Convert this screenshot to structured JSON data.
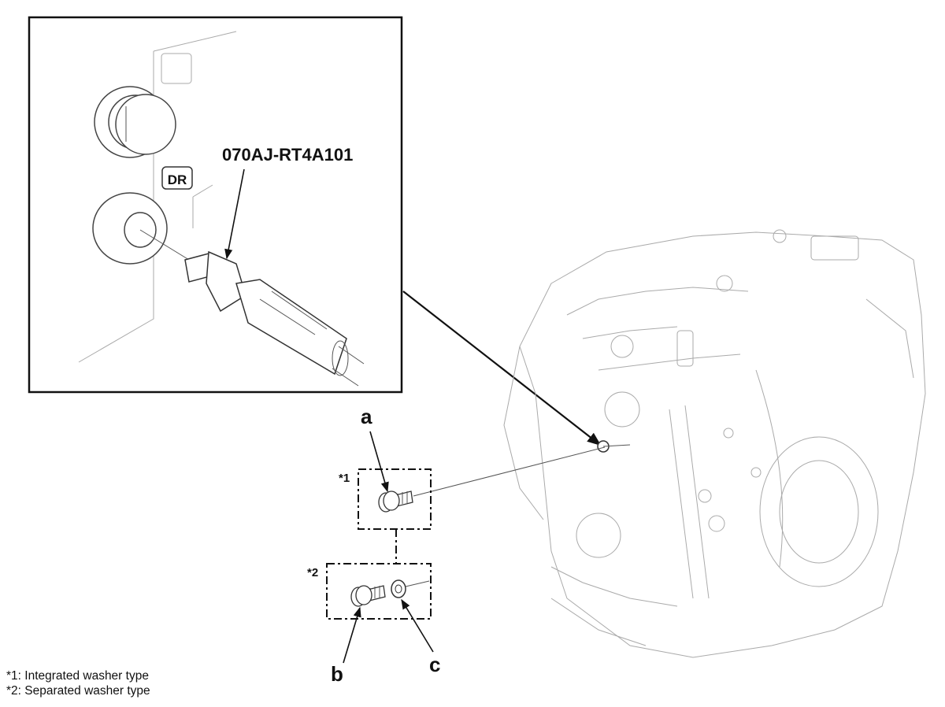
{
  "inset": {
    "tool_part_number": "070AJ-RT4A101",
    "port_label": "DR"
  },
  "callouts": {
    "a": "a",
    "b": "b",
    "c": "c",
    "type1_marker": "*1",
    "type2_marker": "*2"
  },
  "legend": {
    "note1": "*1: Integrated washer type",
    "note2": "*2: Separated washer type"
  }
}
